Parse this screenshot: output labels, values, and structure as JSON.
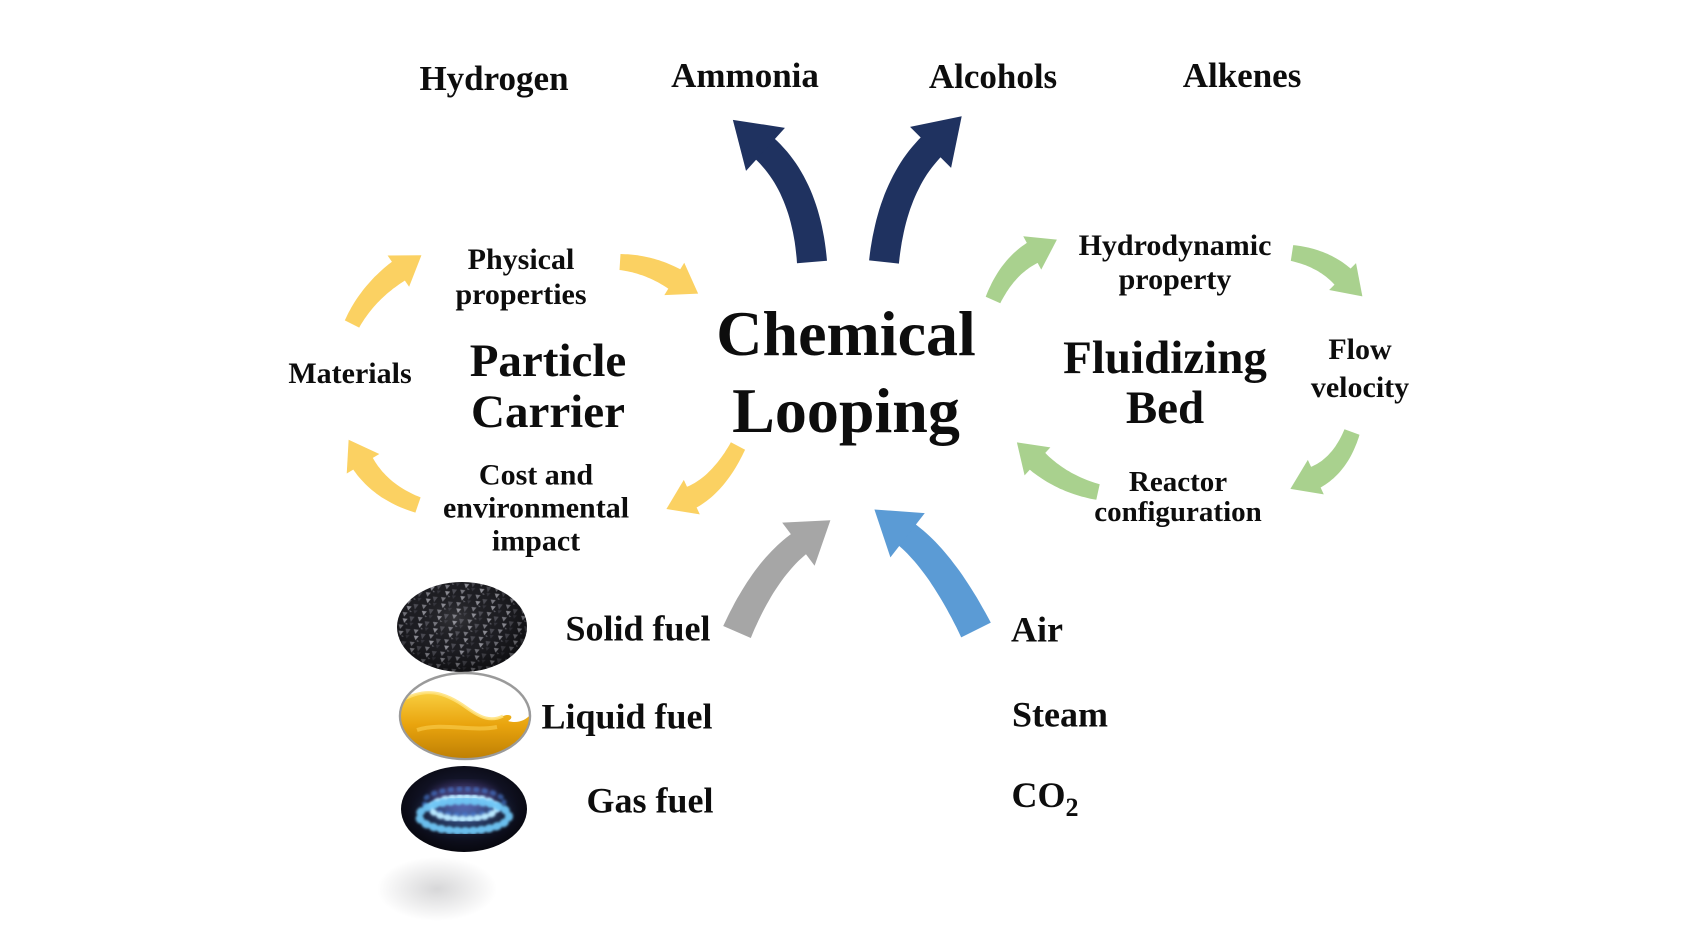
{
  "figure": {
    "background": "#ffffff",
    "description": "Chemical Looping concept diagram"
  },
  "title": {
    "line1": "Chemical",
    "line2": "Looping"
  },
  "products": {
    "items": [
      "Hydrogen",
      "Ammonia",
      "Alcohols",
      "Alkenes"
    ]
  },
  "particle_carrier": {
    "title_line1": "Particle",
    "title_line2": "Carrier",
    "top_line1": "Physical",
    "top_line2": "properties",
    "left": "Materials",
    "bottom_line1": "Cost and",
    "bottom_line2": "environmental",
    "bottom_line3": "impact"
  },
  "fluidizing_bed": {
    "title_line1": "Fluidizing",
    "title_line2": "Bed",
    "top_line1": "Hydrodynamic",
    "top_line2": "property",
    "right_line1": "Flow",
    "right_line2": "velocity",
    "bottom_line1": "Reactor",
    "bottom_line2": "configuration"
  },
  "fuels": {
    "solid": "Solid fuel",
    "liquid": "Liquid fuel",
    "gas": "Gas fuel",
    "icons": [
      "coal-photo",
      "oil-photo",
      "burner-flame-photo"
    ]
  },
  "gas_feeds": {
    "air": "Air",
    "steam": "Steam",
    "co2_base": "CO",
    "co2_sub": "2"
  },
  "colors": {
    "navy": "#1F3260",
    "yellow": "#FBD162",
    "green": "#A9D18E",
    "gray": "#A6A6A6",
    "blue": "#5B9BD5",
    "text": "#0d0d0d"
  }
}
